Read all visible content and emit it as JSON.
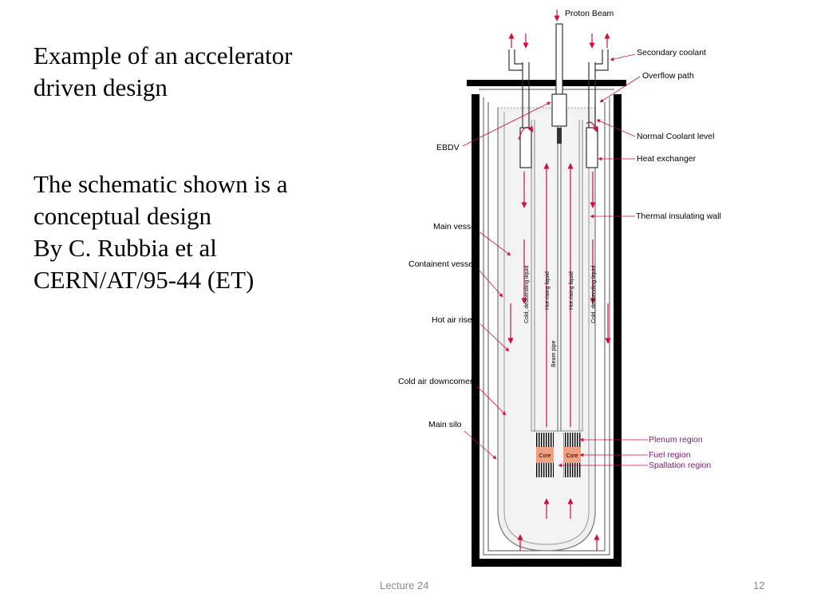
{
  "slide": {
    "title": "Example of an accelerator driven design",
    "body_lines": [
      "The schematic shown is a",
      "conceptual design",
      "By C. Rubbia et al",
      "CERN/AT/95-44 (ET)"
    ],
    "footer": "Lecture 24",
    "page_number": "12"
  },
  "diagram": {
    "labels": {
      "proton_beam": "Proton Beam",
      "secondary_coolant": "Secondary coolant",
      "overflow_path": "Overflow path",
      "normal_coolant_level": "Normal Coolant level",
      "heat_exchanger": "Heat exchanger",
      "thermal_insulating_wall": "Thermal insulating wall",
      "ebdv": "EBDV",
      "main_vessel": "Main vessel",
      "containment_vessel": "Containent vessel",
      "hot_air_riser": "Hot air riser",
      "cold_air_downcomer": "Cold air downcomer",
      "main_silo": "Main silo",
      "plenum_region": "Plenum region",
      "fuel_region": "Fuel region",
      "spallation_region": "Spallation region",
      "cold_descending_left": "Cold, descending liquid",
      "hot_rising_left": "Hot rising liquid",
      "hot_rising_right": "Hot rising liquid",
      "cold_descending_right": "Cold, descending liquid",
      "beam_pipe": "Beam pipe",
      "core_left": "Core",
      "core_right": "Core"
    },
    "colors": {
      "arrow": "#d0103a",
      "plenum_label": "#7a1a6a",
      "core_fill": "#f0a080",
      "silo": "#000000"
    }
  }
}
